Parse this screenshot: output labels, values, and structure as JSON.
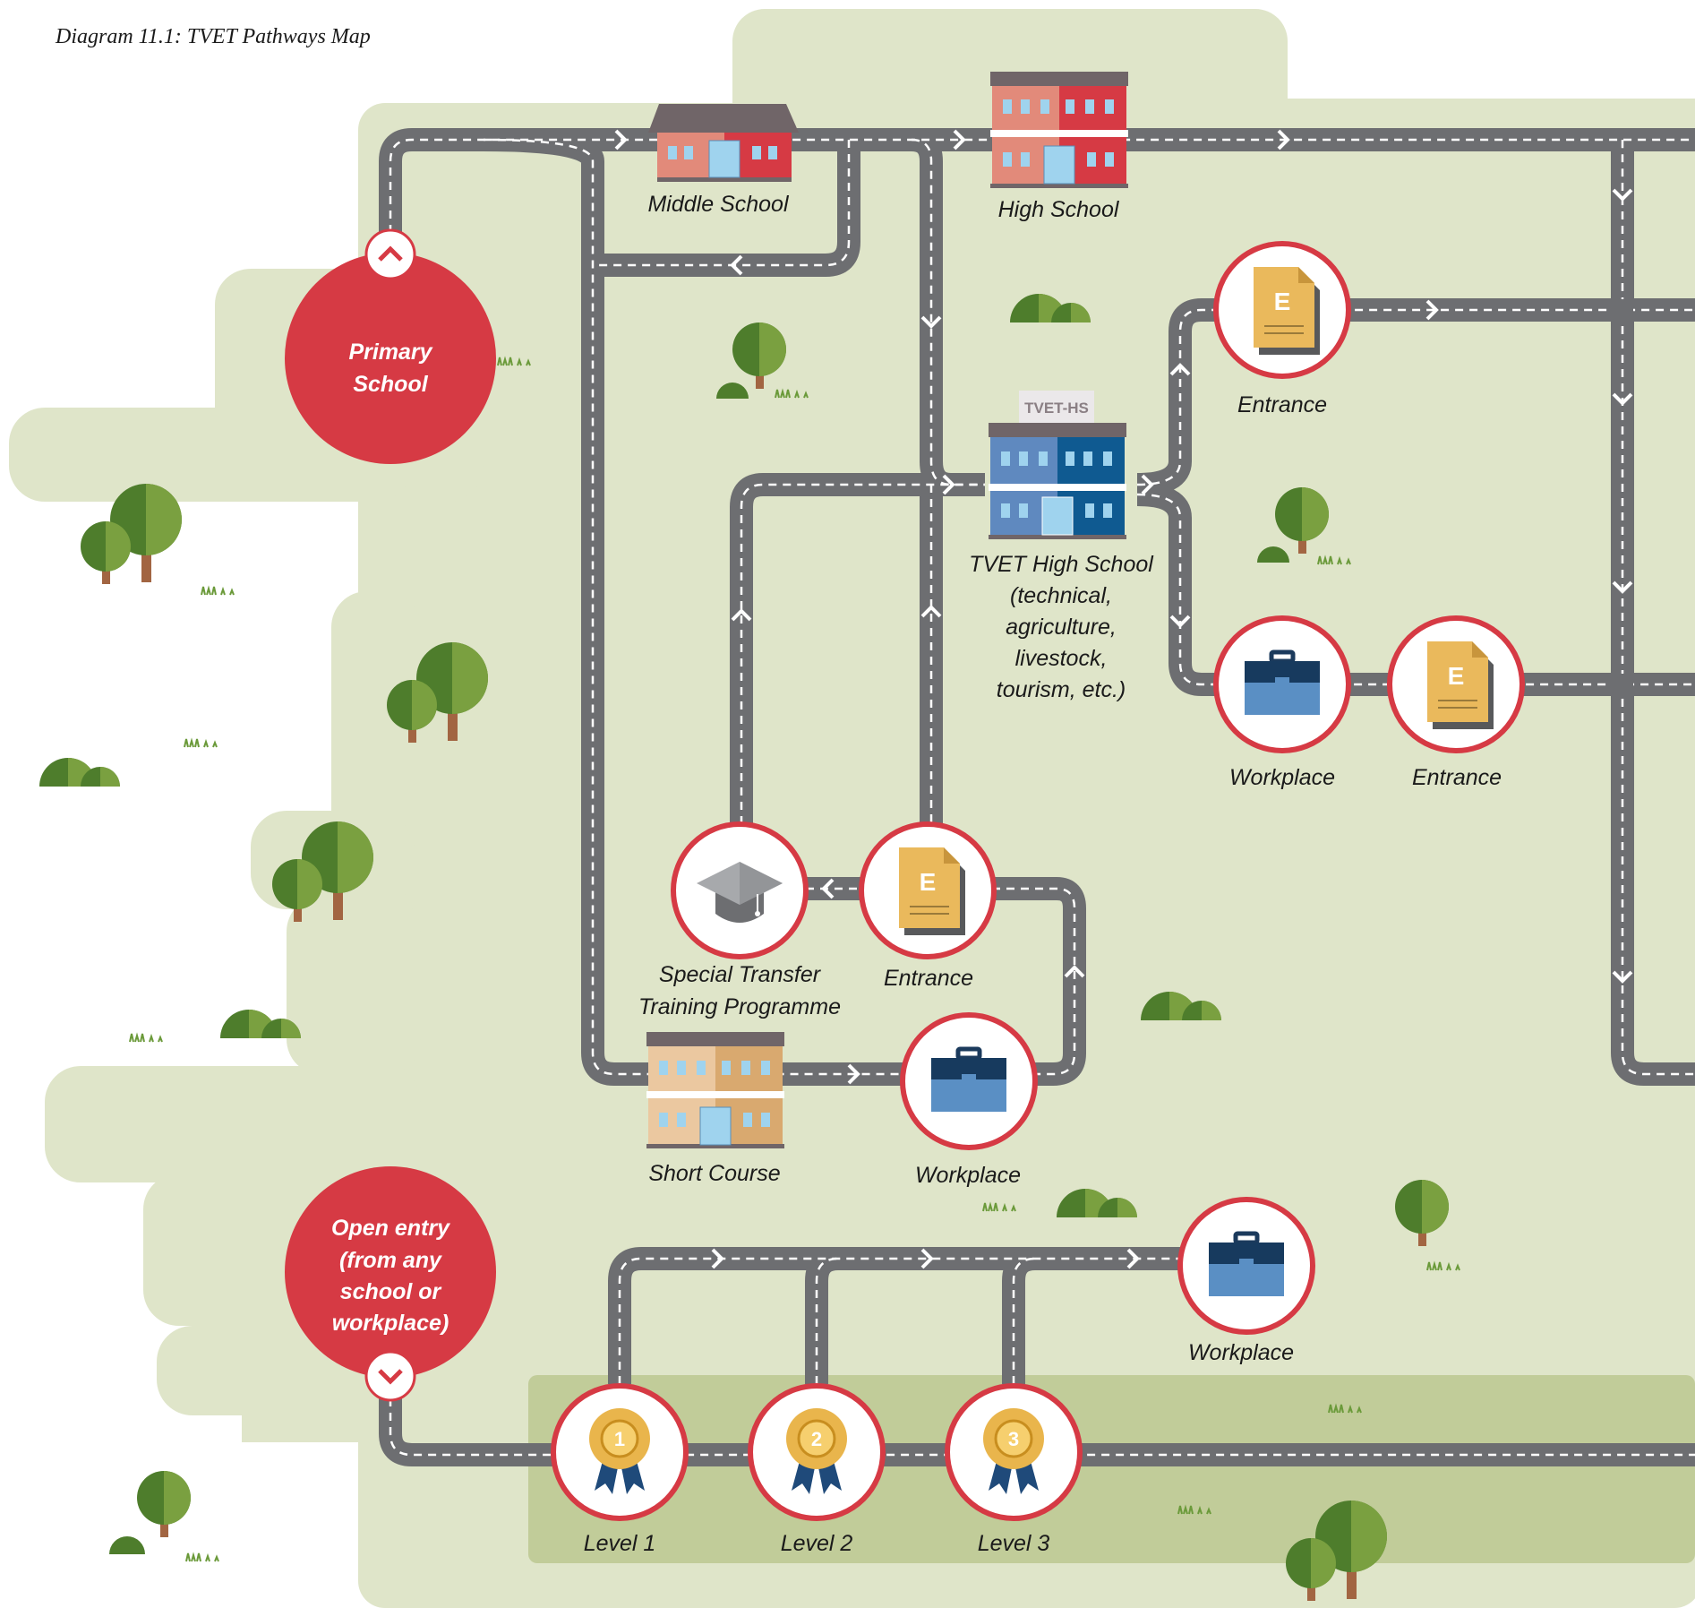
{
  "title": "Diagram 11.1: TVET Pathways Map",
  "colors": {
    "land": "#dfe5c9",
    "band": "#c1cc99",
    "road": "#6d6e71",
    "accent_red": "#d63a44",
    "tree_dark": "#4e7d2c",
    "tree_light": "#7aa040"
  },
  "nodes": {
    "primary_school": {
      "line1": "Primary",
      "line2": "School",
      "icon": "chevron-up-icon"
    },
    "open_entry": {
      "line1": "Open entry",
      "line2": "(from any",
      "line3": "school or",
      "line4": "workplace)",
      "icon": "chevron-down-icon"
    },
    "middle_school": {
      "label": "Middle School",
      "icon": "school-building-icon"
    },
    "high_school": {
      "label": "High School",
      "icon": "school-building-icon"
    },
    "tvet_high_school": {
      "sign": "TVET-HS",
      "line1": "TVET High School",
      "line2": "(technical,",
      "line3": "agriculture,",
      "line4": "livestock,",
      "line5": "tourism, etc.)",
      "icon": "school-building-icon"
    },
    "entrance_top": {
      "label": "Entrance",
      "icon": "entrance-exam-icon",
      "letter": "E"
    },
    "workplace_right": {
      "label": "Workplace",
      "icon": "briefcase-icon"
    },
    "entrance_right": {
      "label": "Entrance",
      "icon": "entrance-exam-icon",
      "letter": "E"
    },
    "special_transfer": {
      "line1": "Special Transfer",
      "line2": "Training Programme",
      "icon": "graduation-cap-icon"
    },
    "entrance_mid": {
      "label": "Entrance",
      "icon": "entrance-exam-icon",
      "letter": "E"
    },
    "short_course": {
      "label": "Short Course",
      "icon": "school-building-icon"
    },
    "workplace_mid": {
      "label": "Workplace",
      "icon": "briefcase-icon"
    },
    "workplace_bottom": {
      "label": "Workplace",
      "icon": "briefcase-icon"
    },
    "levels": [
      {
        "label": "Level 1",
        "number": "1",
        "icon": "award-ribbon-icon"
      },
      {
        "label": "Level 2",
        "number": "2",
        "icon": "award-ribbon-icon"
      },
      {
        "label": "Level 3",
        "number": "3",
        "icon": "award-ribbon-icon"
      }
    ]
  }
}
